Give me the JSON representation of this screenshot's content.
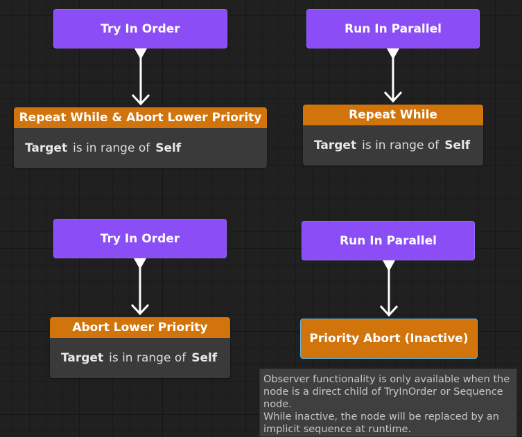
{
  "diagrams": [
    {
      "parent": "Try In Order",
      "header": "Repeat While & Abort Lower Priority",
      "target": "Target",
      "condition": "is in range of",
      "source": "Self"
    },
    {
      "parent": "Run In Parallel",
      "header": "Repeat While",
      "target": "Target",
      "condition": "is in range of",
      "source": "Self"
    },
    {
      "parent": "Try In Order",
      "header": "Abort Lower Priority",
      "target": "Target",
      "condition": "is in range of",
      "source": "Self"
    },
    {
      "parent": "Run In Parallel",
      "node": "Priority Abort (Inactive)"
    }
  ],
  "tooltip": {
    "line1": "Observer functionality is only available when the node is a direct child of TryInOrder or Sequence node.",
    "line2": "While inactive, the node will be replaced by an implicit sequence at runtime."
  },
  "colors": {
    "composite_node": "#8a4df6",
    "decorator_header": "#d2740c",
    "card_body": "#3a3a3a",
    "selection_outline": "#66b7e0",
    "canvas": "#202020"
  }
}
